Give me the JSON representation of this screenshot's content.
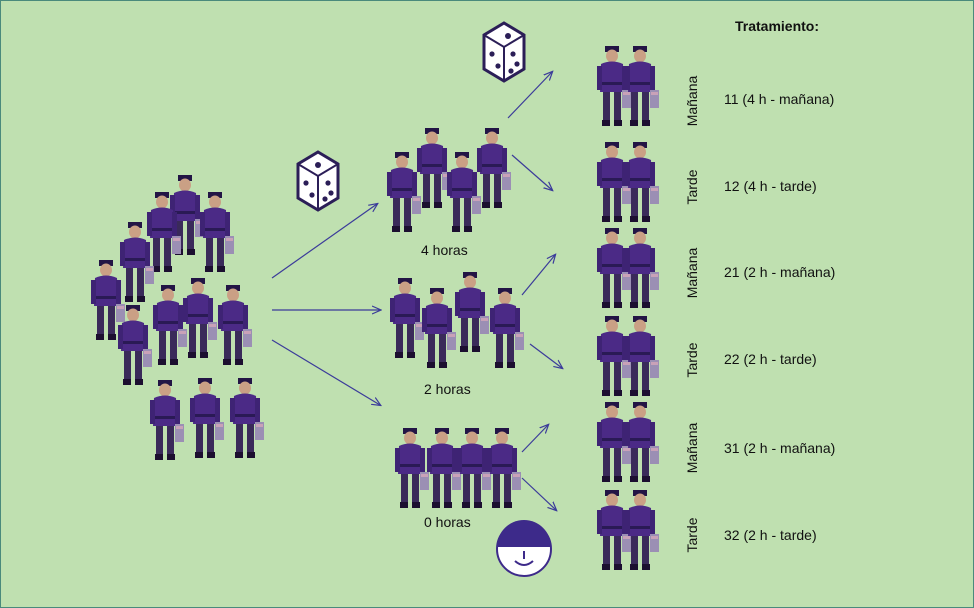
{
  "header": {
    "title": "Tratamiento:"
  },
  "groups": [
    {
      "label": "4 horas"
    },
    {
      "label": "2 horas"
    },
    {
      "label": "0 horas"
    }
  ],
  "rows": [
    {
      "period": "Mañana",
      "treatment": "11 (4 h - mañana)"
    },
    {
      "period": "Tarde",
      "treatment": "12 (4 h - tarde)"
    },
    {
      "period": "Mañana",
      "treatment": "21 (2 h - mañana)"
    },
    {
      "period": "Tarde",
      "treatment": "22 (2 h - tarde)"
    },
    {
      "period": "Mañana",
      "treatment": "31 (2 h - mañana)"
    },
    {
      "period": "Tarde",
      "treatment": "32 (2 h - tarde)"
    }
  ],
  "icons": [
    "soldier-icon",
    "die-icon",
    "smiley-face-icon"
  ],
  "colors": {
    "background": "#bfe0b0",
    "border": "#4a8a7c",
    "uniform": "#4b2a86",
    "arrow": "#3b3b9a"
  }
}
